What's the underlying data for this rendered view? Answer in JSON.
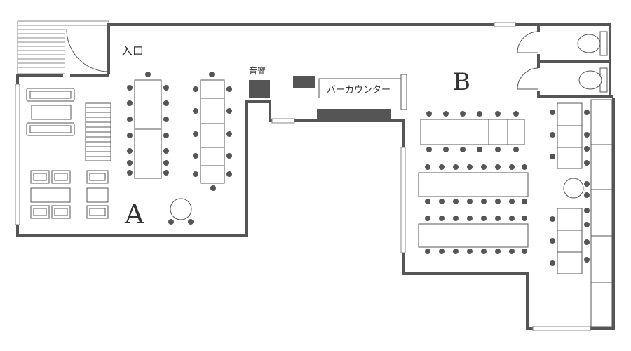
{
  "labels": {
    "entrance": "入口",
    "sound": "音響",
    "bar_counter": "バーカウンター",
    "area_a": "A",
    "area_b": "B"
  },
  "colors": {
    "wall": "#555555",
    "background": "#ffffff"
  }
}
